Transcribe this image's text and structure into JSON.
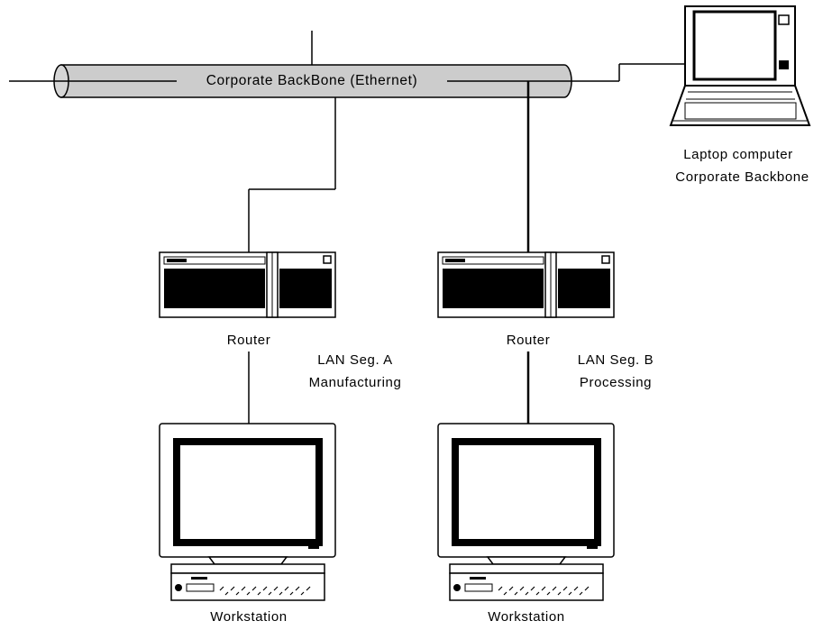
{
  "backbone": {
    "label": "Corporate BackBone (Ethernet)"
  },
  "laptop": {
    "label_line1": "Laptop computer",
    "label_line2": "Corporate Backbone"
  },
  "router_a": {
    "label": "Router"
  },
  "router_b": {
    "label": "Router"
  },
  "segment_a": {
    "line1": "LAN Seg. A",
    "line2": "Manufacturing"
  },
  "segment_b": {
    "line1": "LAN Seg. B",
    "line2": "Processing"
  },
  "workstation_a": {
    "label": "Workstation"
  },
  "workstation_b": {
    "label": "Workstation"
  },
  "colors": {
    "line": "#000000",
    "pipe_fill": "#cccccc",
    "device_dark": "#000000"
  }
}
